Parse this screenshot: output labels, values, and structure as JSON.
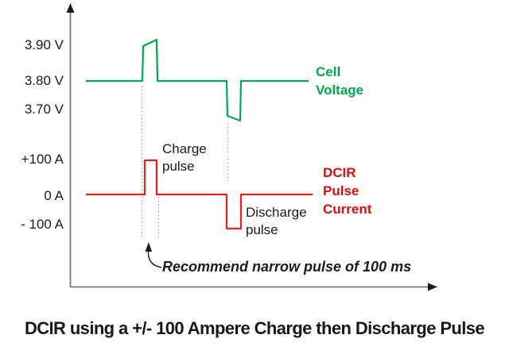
{
  "title": "DCIR using a +/- 100 Ampere Charge then Discharge Pulse",
  "colors": {
    "voltage_green": "#00a84f",
    "current_red": "#ec1f1f",
    "legend_red": "#d90f0f",
    "axis_gray": "#767676",
    "guide_gray": "#9b9b9b",
    "text_dark": "#1c1c1c"
  },
  "y_axis_labels": {
    "v390": "3.90 V",
    "v380": "3.80 V",
    "v370": "3.70 V",
    "a_pos": "+100 A",
    "a_zero": "0 A",
    "a_neg": "- 100 A"
  },
  "labels": {
    "charge_pulse": "Charge\npulse",
    "discharge_pulse": "Discharge\npulse",
    "cell_voltage": "Cell\nVoltage",
    "dcir_current": "DCIR\nPulse\nCurrent",
    "recommendation": "Recommend narrow pulse of 100 ms"
  },
  "chart_data": {
    "type": "line",
    "title": "DCIR using a +/- 100 Ampere Charge then Discharge Pulse",
    "x_axis": {
      "label": "",
      "scale": "schematic time, unlabeled, arrow to the right"
    },
    "y_axis": {
      "voltage_ticks": [
        "3.90 V",
        "3.80 V",
        "3.70 V"
      ],
      "current_ticks": [
        "+100 A",
        "0 A",
        "- 100 A"
      ],
      "voltage_baseline_V": 3.8,
      "current_baseline_A": 0
    },
    "series": [
      {
        "name": "Cell Voltage",
        "unit": "V",
        "color": "#00a84f",
        "description": "Rests at 3.80 V; rises to ~3.90 V during charge pulse; dips to ~3.67 V during discharge pulse",
        "points": [
          [
            108,
            3.8
          ],
          [
            179,
            3.8
          ],
          [
            180,
            3.91
          ],
          [
            197,
            3.93
          ],
          [
            198,
            3.8
          ],
          [
            285,
            3.8
          ],
          [
            286,
            3.69
          ],
          [
            302,
            3.675
          ],
          [
            303,
            3.8
          ],
          [
            388,
            3.8
          ]
        ]
      },
      {
        "name": "DCIR Pulse Current",
        "unit": "A",
        "color": "#ec1f1f",
        "description": "0 A baseline; +100 A charge pulse then -100 A discharge pulse, each ~100 ms wide",
        "points": [
          [
            108,
            0
          ],
          [
            182,
            0
          ],
          [
            182,
            100
          ],
          [
            197,
            100
          ],
          [
            197,
            0
          ],
          [
            285,
            0
          ],
          [
            285,
            -100
          ],
          [
            303,
            -100
          ],
          [
            303,
            0
          ],
          [
            393,
            0
          ]
        ]
      }
    ],
    "annotations": [
      "Charge pulse",
      "Discharge pulse",
      "Recommend narrow pulse of 100 ms (arrow pointing at pulse width guides)"
    ],
    "legend_position": "right of each trace",
    "grid": false
  }
}
